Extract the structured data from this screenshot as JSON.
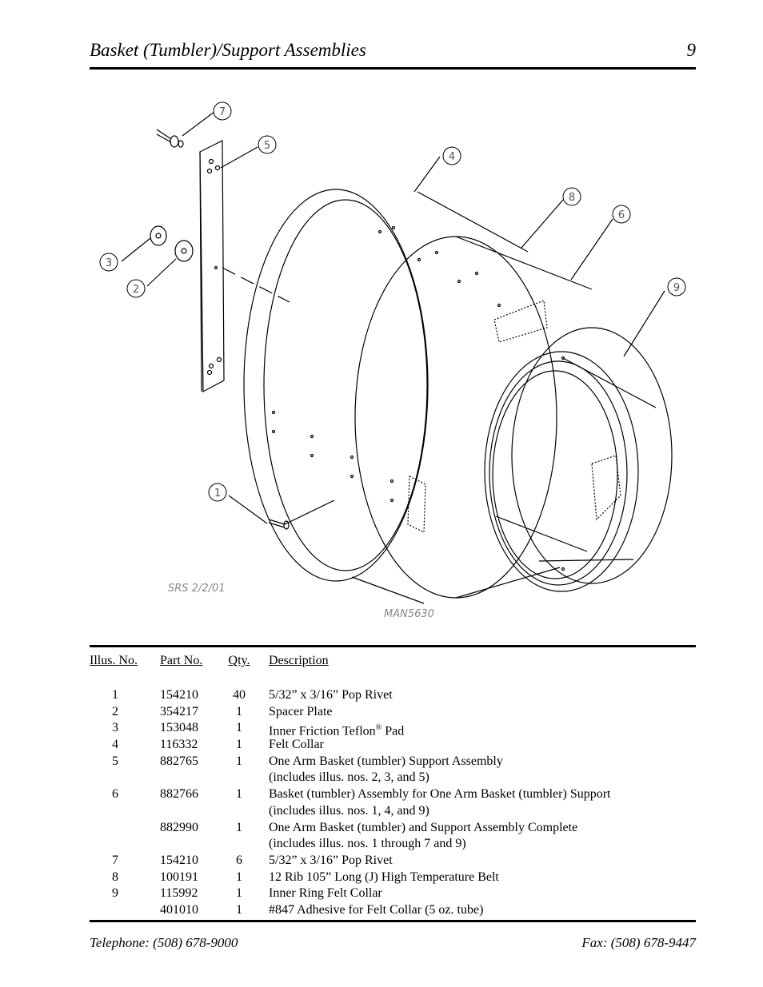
{
  "header": {
    "title": "Basket (Tumbler)/Support Assemblies",
    "page_number": "9"
  },
  "drawing": {
    "callouts": [
      "1",
      "2",
      "3",
      "4",
      "5",
      "6",
      "7",
      "8",
      "9"
    ],
    "drawn_by": "SRS 2/2/01",
    "drawing_number": "MAN5630"
  },
  "parts_table": {
    "headers": {
      "illus_no": "Illus. No.",
      "part_no": "Part No.",
      "qty": "Qty.",
      "description": "Description"
    },
    "rows": [
      {
        "illus": "1",
        "part": "154210",
        "qty": "40",
        "desc": "5/32” x 3/16” Pop Rivet"
      },
      {
        "illus": "2",
        "part": "354217",
        "qty": "1",
        "desc": "Spacer Plate"
      },
      {
        "illus": "3",
        "part": "153048",
        "qty": "1",
        "desc": "Inner Friction Teflon",
        "sup": "®",
        "desc_tail": " Pad"
      },
      {
        "illus": "4",
        "part": "116332",
        "qty": "1",
        "desc": "Felt Collar"
      },
      {
        "illus": "5",
        "part": "882765",
        "qty": "1",
        "desc": "One Arm Basket (tumbler) Support Assembly"
      },
      {
        "illus": "",
        "part": "",
        "qty": "",
        "desc": "(includes illus. nos. 2, 3, and 5)"
      },
      {
        "illus": "6",
        "part": "882766",
        "qty": "1",
        "desc": "Basket (tumbler) Assembly for One Arm Basket (tumbler) Support"
      },
      {
        "illus": "",
        "part": "",
        "qty": "",
        "desc": "(includes illus. nos. 1, 4, and 9)"
      },
      {
        "illus": "",
        "part": "882990",
        "qty": "1",
        "desc": "One Arm Basket (tumbler) and Support Assembly Complete"
      },
      {
        "illus": "",
        "part": "",
        "qty": "",
        "desc": "(includes illus. nos. 1 through 7 and 9)"
      },
      {
        "illus": "7",
        "part": "154210",
        "qty": "6",
        "desc": "5/32” x 3/16” Pop Rivet"
      },
      {
        "illus": "8",
        "part": "100191",
        "qty": "1",
        "desc": "12 Rib 105” Long (J) High Temperature Belt"
      },
      {
        "illus": "9",
        "part": "115992",
        "qty": "1",
        "desc": "Inner Ring Felt Collar"
      },
      {
        "illus": "",
        "part": "401010",
        "qty": "1",
        "desc": "#847 Adhesive for Felt Collar (5 oz. tube)"
      }
    ]
  },
  "footer": {
    "telephone": "Telephone: (508) 678-9000",
    "fax": "Fax: (508) 678-9447"
  }
}
